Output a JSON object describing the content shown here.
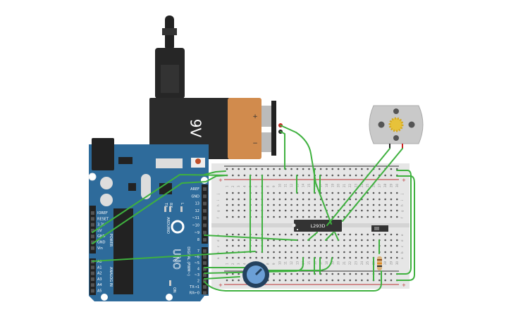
{
  "battery": {
    "label": "9V",
    "plus": "+",
    "minus": "−"
  },
  "chip": {
    "label": "L293D"
  },
  "arduino": {
    "brand": "ARDUINO",
    "model": "UNO",
    "digital_header": "DIGITAL (PWM~)",
    "power_header": "POWER",
    "analog_header": "ANALOG IN",
    "led_labels": [
      "TX",
      "RX",
      "L"
    ],
    "on_label": "ON",
    "digital_pins": [
      "AREF",
      "GND",
      "13",
      "12",
      "~11",
      "~10",
      "~9",
      "8",
      "7",
      "~6",
      "~5",
      "4",
      "~3",
      "2",
      "TX→1",
      "RX←0"
    ],
    "power_pins": [
      "IOREF",
      "RESET",
      "3.3V",
      "5V",
      "GND",
      "GND",
      "Vin"
    ],
    "analog_pins": [
      "A0",
      "A1",
      "A2",
      "A3",
      "A4",
      "A5"
    ]
  },
  "breadboard": {
    "columns": [
      "1",
      "2",
      "3",
      "4",
      "5",
      "6",
      "7",
      "8",
      "9",
      "10",
      "11",
      "12",
      "13",
      "14",
      "15",
      "16",
      "17",
      "18",
      "19",
      "20",
      "21",
      "22",
      "23",
      "24",
      "25",
      "26",
      "27",
      "28",
      "29",
      "30"
    ],
    "top_rows": [
      "j",
      "i",
      "h",
      "g",
      "f"
    ],
    "bottom_rows": [
      "e",
      "d",
      "c",
      "b",
      "a"
    ],
    "rail_plus": "+",
    "rail_minus": "−"
  },
  "colors": {
    "wire": "#3fb13f",
    "arduino": "#2e6b9b",
    "battery_body": "#2b2b2b",
    "battery_cap": "#d18b4d",
    "breadboard": "#e6e6e6"
  }
}
